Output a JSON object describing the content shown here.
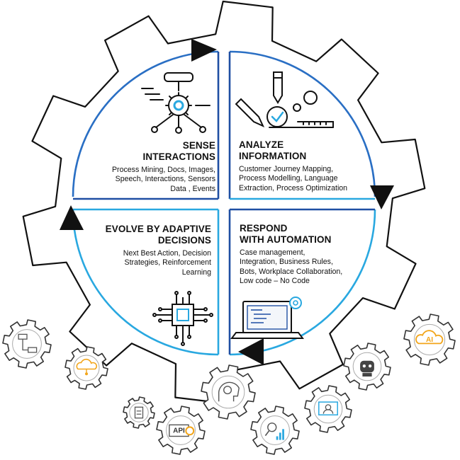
{
  "quadrants": {
    "sense": {
      "title_line1": "SENSE",
      "title_line2": "INTERACTIONS",
      "body_lines": [
        "Process Mining, Docs, Images,",
        "Speech, Interactions, Sensors",
        "Data , Events"
      ]
    },
    "analyze": {
      "title_line1": "ANALYZE",
      "title_line2": "INFORMATION",
      "body_lines": [
        "Customer Journey Mapping,",
        "Process Modelling, Language",
        "Extraction, Process Optimization"
      ]
    },
    "respond": {
      "title_line1": "RESPOND",
      "title_line2": "WITH AUTOMATION",
      "body_lines": [
        "Case management,",
        "Integration, Business Rules,",
        "Bots, Workplace Collaboration,",
        "Low code – No Code"
      ]
    },
    "evolve": {
      "title_line1": "EVOLVE BY ADAPTIVE",
      "title_line2": "DECISIONS",
      "body_lines": [
        "Next Best Action, Decision",
        "Strategies, Reinforcement",
        "Learning"
      ]
    }
  },
  "small_gears": {
    "ai_label": "AI",
    "api_label": "API"
  },
  "icons": {
    "sense": "gear-network-icon",
    "analyze": "design-tools-icon",
    "respond": "laptop-code-icon",
    "evolve": "chip-icon"
  },
  "colors": {
    "blue_dark": "#1f4fa3",
    "blue_light": "#29a8e0",
    "gear_outline": "#111111",
    "orange_accent": "#f2a51a"
  }
}
